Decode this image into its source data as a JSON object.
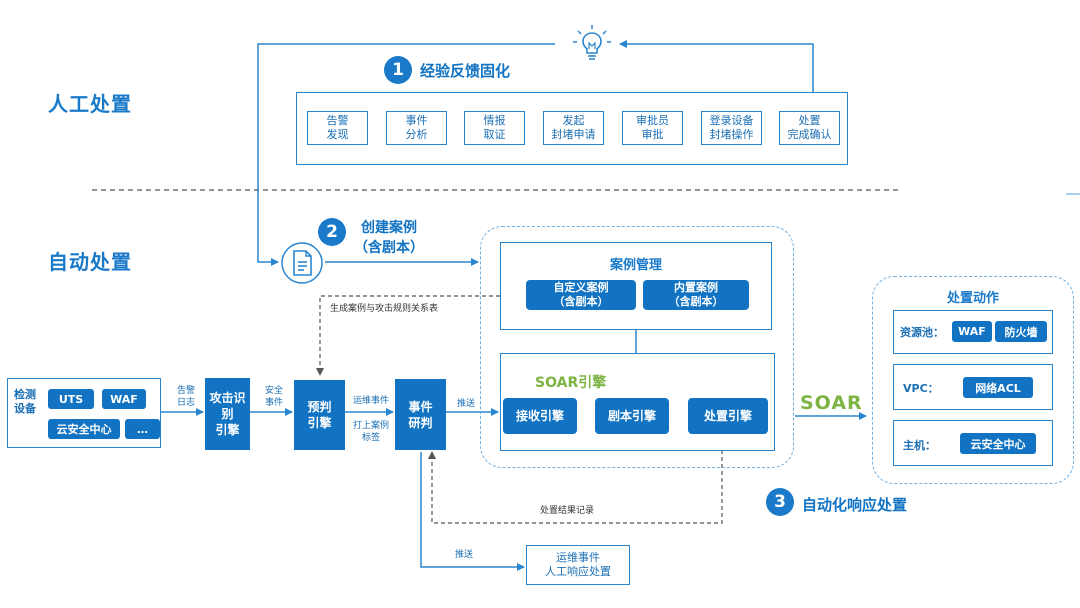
{
  "lanes": {
    "manual": "人工处置",
    "auto": "自动处置"
  },
  "step1": {
    "num": "1",
    "title": "经验反馈固化"
  },
  "step2": {
    "num": "2",
    "title": "创建案例\n（含剧本）"
  },
  "step3": {
    "num": "3",
    "title": "自动化响应处置"
  },
  "manual_flow": [
    "告警\n发现",
    "事件\n分析",
    "情报\n取证",
    "发起\n封堵申请",
    "审批员\n审批",
    "登录设备\n封堵操作",
    "处置\n完成确认"
  ],
  "detection": {
    "label": "检测\n设备",
    "tags": [
      "UTS",
      "WAF",
      "云安全中心",
      "…"
    ]
  },
  "labels": {
    "alert_log": "告警\n日志",
    "sec_event": "安全\n事件",
    "ops_event": "运维事件",
    "tag_case": "打上案例\n标签",
    "push1": "推送",
    "push2": "推送",
    "gen_relation": "生成案例与攻击规则关系表",
    "result_record": "处置结果记录"
  },
  "pipeline": {
    "attack_engine": "攻击识别\n引擎",
    "prejudge_engine": "预判\n引擎",
    "event_study": "事件\n研判"
  },
  "case_mgmt": {
    "title": "案例管理",
    "custom": "自定义案例\n（含剧本）",
    "builtin": "内置案例\n（含剧本）"
  },
  "soar_engine": {
    "title": "SOAR引擎",
    "receive": "接收引擎",
    "playbook": "剧本引擎",
    "dispose": "处置引擎"
  },
  "soar_label": "SOAR",
  "actions": {
    "title": "处置动作",
    "rows": [
      {
        "label": "资源池：",
        "items": [
          "WAF",
          "防火墙"
        ]
      },
      {
        "label": "VPC：",
        "items": [
          "网络ACL"
        ]
      },
      {
        "label": "主机：",
        "items": [
          "云安全中心"
        ]
      }
    ]
  },
  "ops_manual": "运维事件\n人工响应处置",
  "icons": {
    "idea": "lightbulb-icon",
    "doc": "document-icon"
  },
  "colors": {
    "primary": "#1173c2",
    "accent_green": "#7cb342",
    "dashed": "#6fb0e3"
  }
}
